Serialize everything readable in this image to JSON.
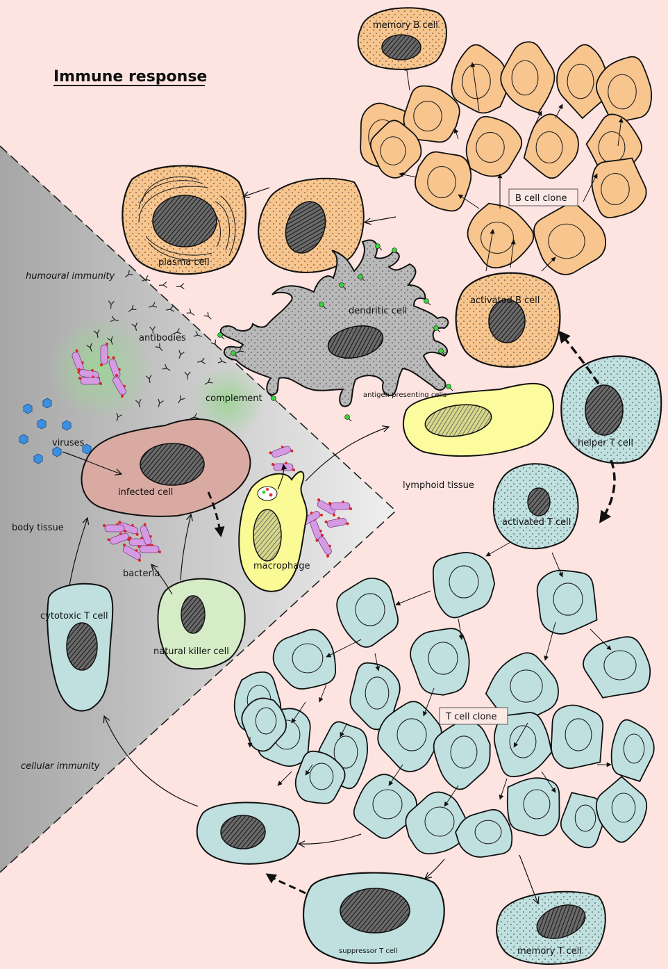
{
  "title": "Immune response",
  "regions": {
    "humoural": "humoural immunity",
    "cellular": "cellular immunity",
    "body": "body tissue",
    "lymphoid": "lymphoid tissue"
  },
  "labels": {
    "memory_b": "memory B cell",
    "b_clone": "B cell clone",
    "plasma": "plasma cell",
    "dendritic": "dendritic cell",
    "activated_b": "activated B cell",
    "antibodies": "antibodies",
    "complement": "complement",
    "viruses": "viruses",
    "infected": "infected cell",
    "apc": "antigen presenting cells",
    "helper_t": "helper T cell",
    "activated_t": "activated T cell",
    "bacteria": "bacteria",
    "macrophage": "macrophage",
    "cytotoxic": "cytotoxic T cell",
    "nk": "natural killer cell",
    "t_clone": "T cell clone",
    "suppressor": "suppressor T cell",
    "memory_t": "memory T cell"
  },
  "colors": {
    "background": "#fde4e1",
    "body_tissue_dark": "#a9a9a9",
    "body_tissue_light": "#ececec",
    "b_cell": "#f8c58e",
    "t_cell": "#bfe0df",
    "dendritic": "#b9b9b9",
    "infected": "#d9aaa2",
    "macrophage": "#fafa96",
    "apc": "#fcfc9e",
    "nk": "#d6ecc7",
    "virus": "#3b8fde",
    "bacteria": "#d59be2",
    "antigen": "#39d43b",
    "halo": "#a6d8a0"
  }
}
